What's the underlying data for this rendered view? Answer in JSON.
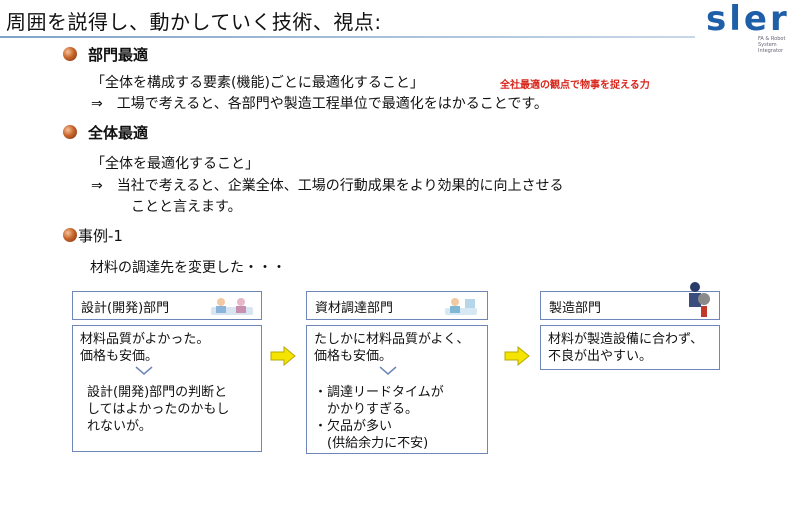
{
  "slide": {
    "title": "周囲を説得し、動かしていく技術、視点:",
    "logo_text": "sler",
    "logo_sub": [
      "FA & Robot System",
      "Integrator"
    ]
  },
  "section_partial": {
    "heading": "部門最適",
    "quote": "「全体を構成する要素(機能)ごとに最適化すること」",
    "note_red": "全社最適の観点で物事を捉える力",
    "explain": "⇒　工場で考えると、各部門や製造工程単位で最適化をはかることです。"
  },
  "section_total": {
    "heading": "全体最適",
    "quote": "「全体を最適化すること」",
    "explain_line1": "⇒　当社で考えると、企業全体、工場の行動成果をより効果的に向上させる",
    "explain_line2": "ことと言えます。"
  },
  "section_case": {
    "heading": "事例-1",
    "intro": "材料の調達先を変更した・・・"
  },
  "flow": {
    "design": {
      "label": "設計(開発)部門",
      "line1": "材料品質がよかった。",
      "line2": "価格も安価。",
      "line3": "設計(開発)部門の判断と",
      "line4": "してはよかったのかもし",
      "line5": "れないが。"
    },
    "procurement": {
      "label": "資材調達部門",
      "line1": "たしかに材料品質がよく、",
      "line2": "価格も安価。",
      "line3": "・調達リードタイムが",
      "line4": "　かかりすぎる。",
      "line5": "・欠品が多い",
      "line6": "　(供給余力に不安)"
    },
    "manufacturing": {
      "label": "製造部門",
      "line1": "材料が製造設備に合わず、",
      "line2": "不良が出やすい。"
    }
  },
  "colors": {
    "box_border": "#6f87b8",
    "arrow_fill": "#f5e400",
    "accent_red": "#d9261c",
    "logo_blue": "#1f5fa8"
  }
}
